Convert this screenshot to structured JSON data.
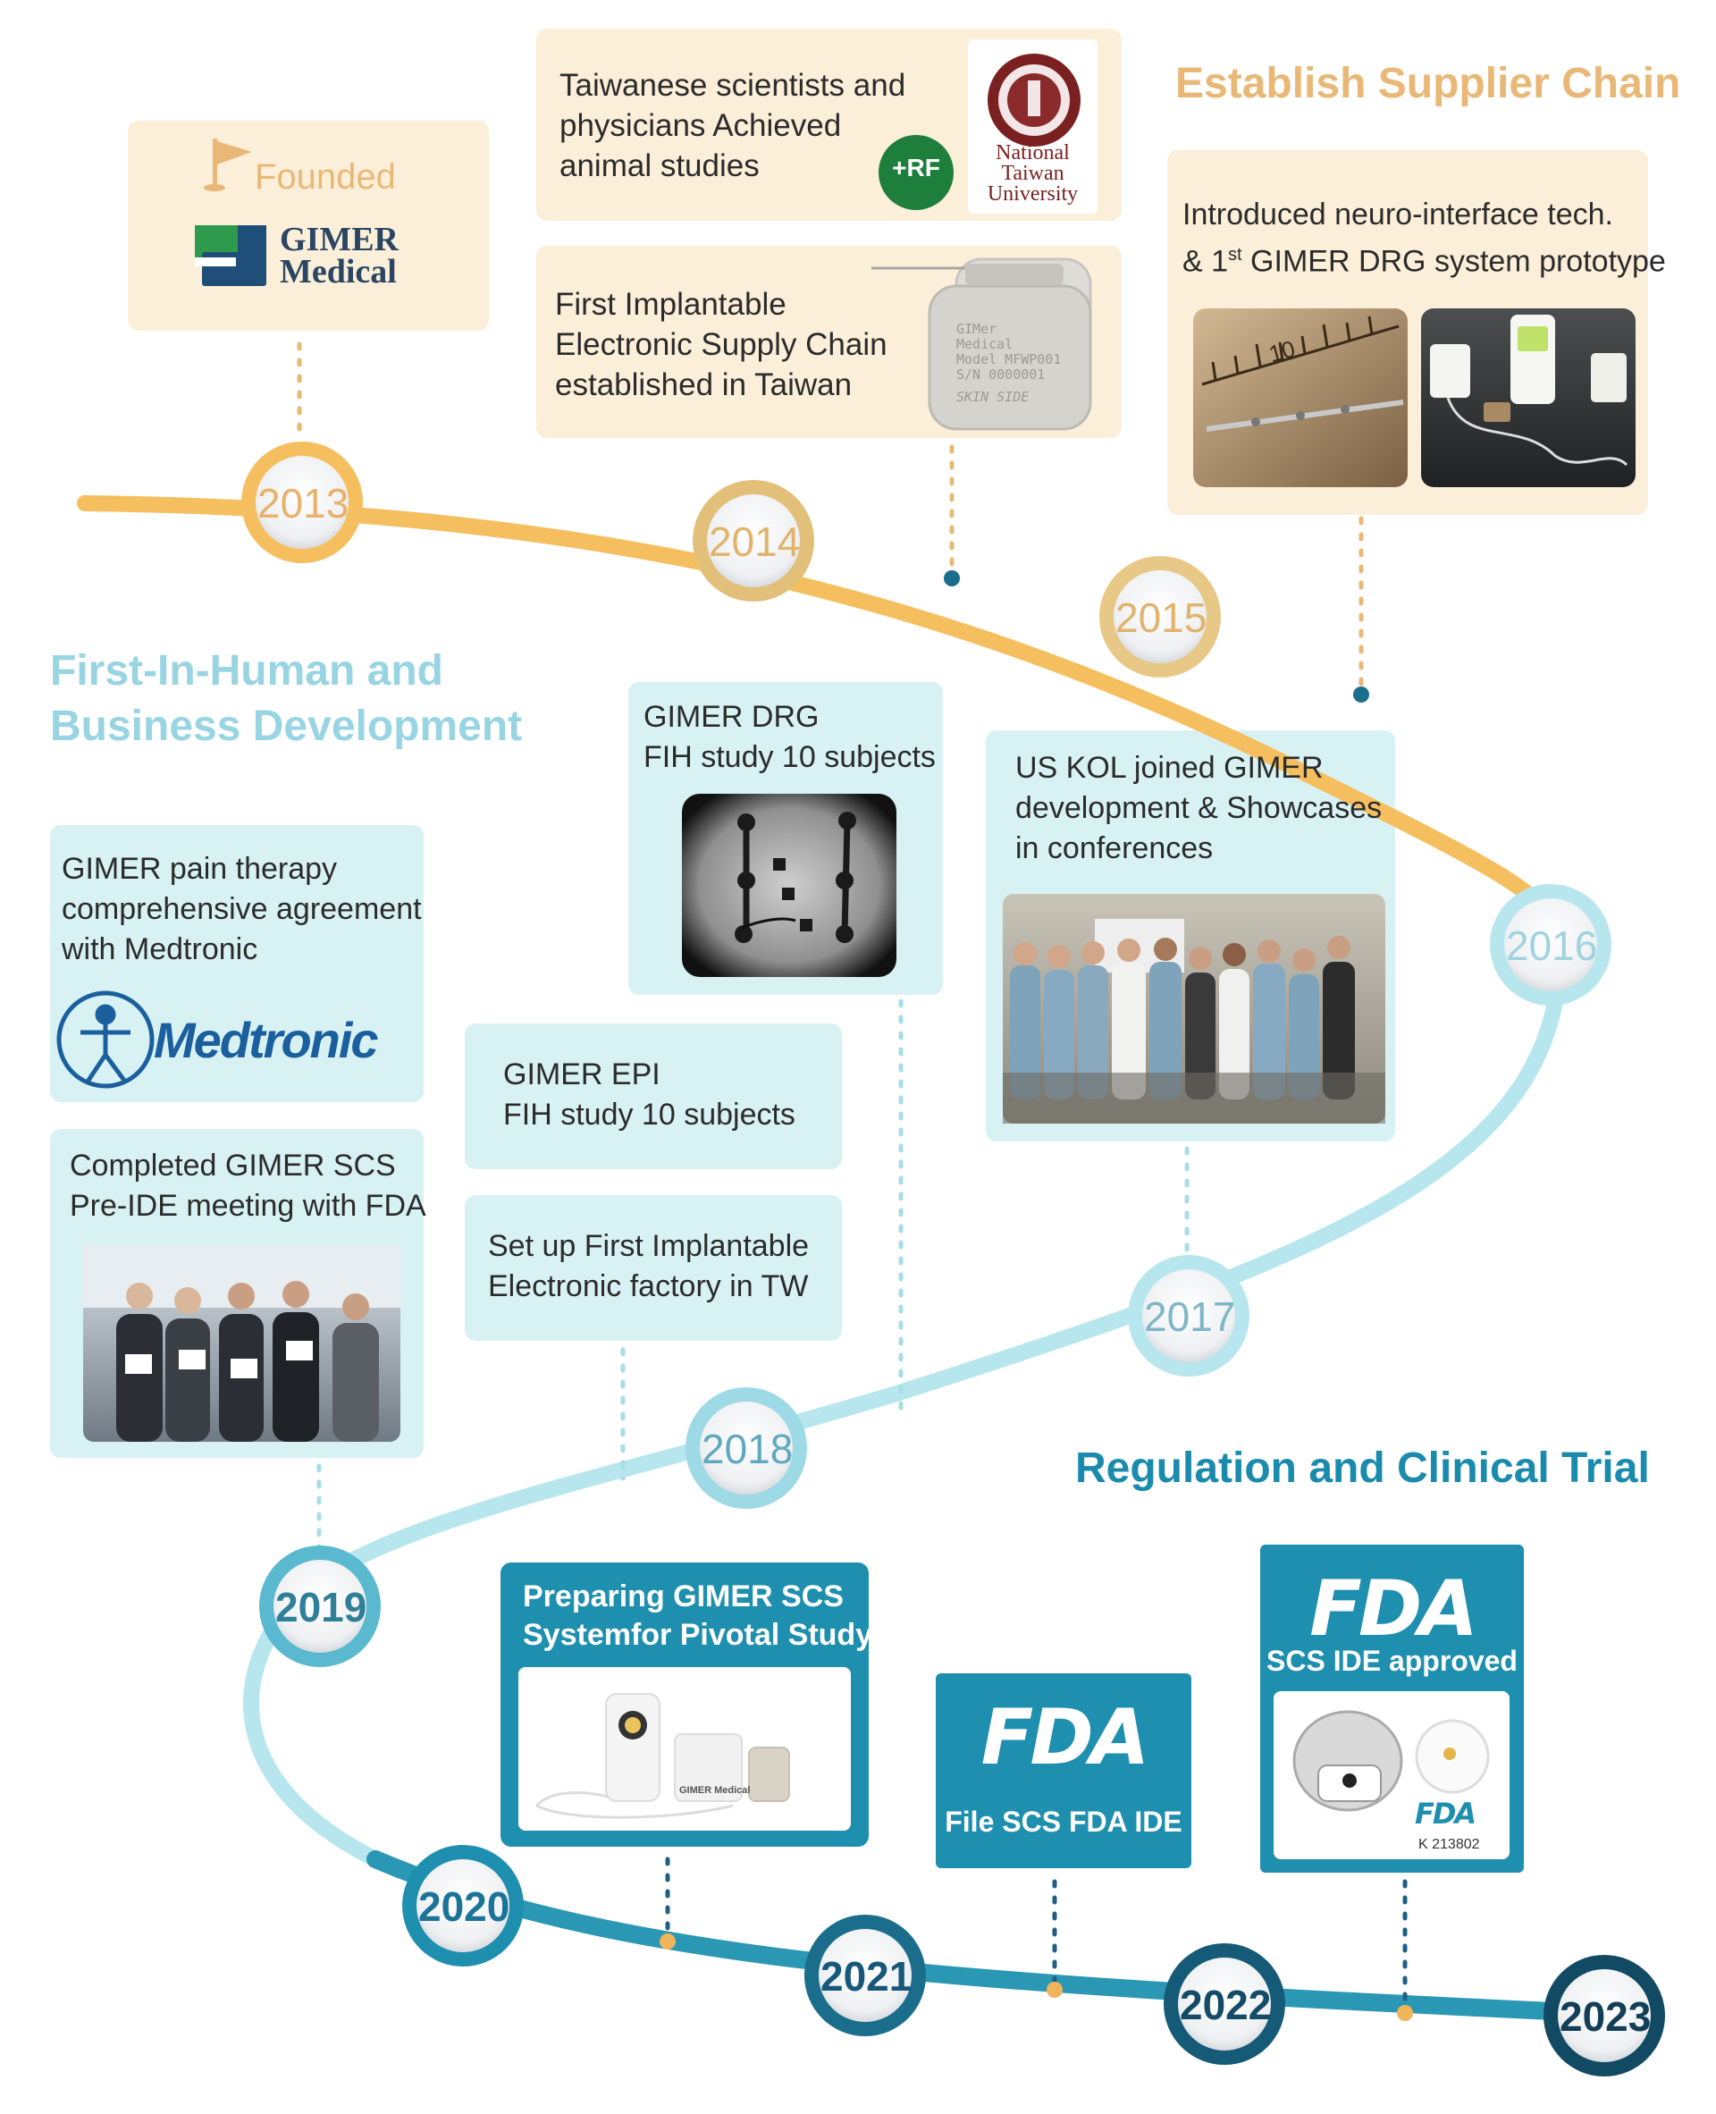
{
  "colors": {
    "gold": "#f5bf5f",
    "aqua_line": "#b7e6ee",
    "teal_line": "#2a97b4",
    "beige_card": "#fcefd9",
    "aqua_card": "#d8f2f4",
    "teal_card": "#1f8fb0"
  },
  "section_titles": {
    "supplier": "Establish Supplier Chain",
    "fih_line1": "First-In-Human and",
    "fih_line2": "Business Development",
    "regulation": "Regulation and Clinical Trial"
  },
  "years": [
    "2013",
    "2014",
    "2015",
    "2016",
    "2017",
    "2018",
    "2019",
    "2020",
    "2021",
    "2022",
    "2023"
  ],
  "events": {
    "founded": {
      "label": "Founded",
      "logo_line1": "GIMER",
      "logo_line2": "Medical",
      "icon": "flag-icon"
    },
    "taiwan_scientists": {
      "text": [
        "Taiwanese scientists and",
        "physicians  Achieved",
        "animal studies"
      ],
      "badge": "+RF",
      "ntu": [
        "National",
        "Taiwan",
        "University"
      ]
    },
    "supply_chain": {
      "text": [
        "First Implantable",
        "Electronic Supply Chain",
        "established in Taiwan"
      ],
      "device_label": [
        "GIMer",
        "Medical",
        "Model  MFWP001",
        "S/N      0000001",
        "SKIN SIDE"
      ]
    },
    "neuro_interface": {
      "line1": "Introduced neuro-interface tech.",
      "line2_prefix": "& 1",
      "line2_sup": "st",
      "line2_suffix": " GIMER DRG system prototype",
      "ruler_number": "10"
    },
    "medtronic": {
      "text": [
        "GIMER pain therapy",
        "comprehensive agreement",
        "with Medtronic"
      ],
      "logo": "Medtronic"
    },
    "pre_ide": {
      "text": [
        "Completed GIMER SCS",
        "Pre-IDE meeting with FDA"
      ]
    },
    "drg_fih": {
      "text": [
        "GIMER DRG",
        "FIH study 10 subjects"
      ]
    },
    "epi_fih": {
      "text": [
        "GIMER EPI",
        "FIH study 10 subjects"
      ]
    },
    "factory": {
      "text": [
        "Set up First Implantable",
        "Electronic factory in TW"
      ]
    },
    "us_kol": {
      "text": [
        "US KOL joined GIMER",
        "development & Showcases",
        "in conferences"
      ]
    },
    "pivotal": {
      "text": [
        "Preparing GIMER SCS",
        "Systemfor Pivotal Study"
      ],
      "device_brand": "GIMER Medical"
    },
    "file_ide": {
      "logo": "FDA",
      "text": "File SCS FDA IDE"
    },
    "ide_approved": {
      "logo": "FDA",
      "text": "SCS IDE approved",
      "small_logo": "FDA",
      "code": "K 213802"
    }
  }
}
